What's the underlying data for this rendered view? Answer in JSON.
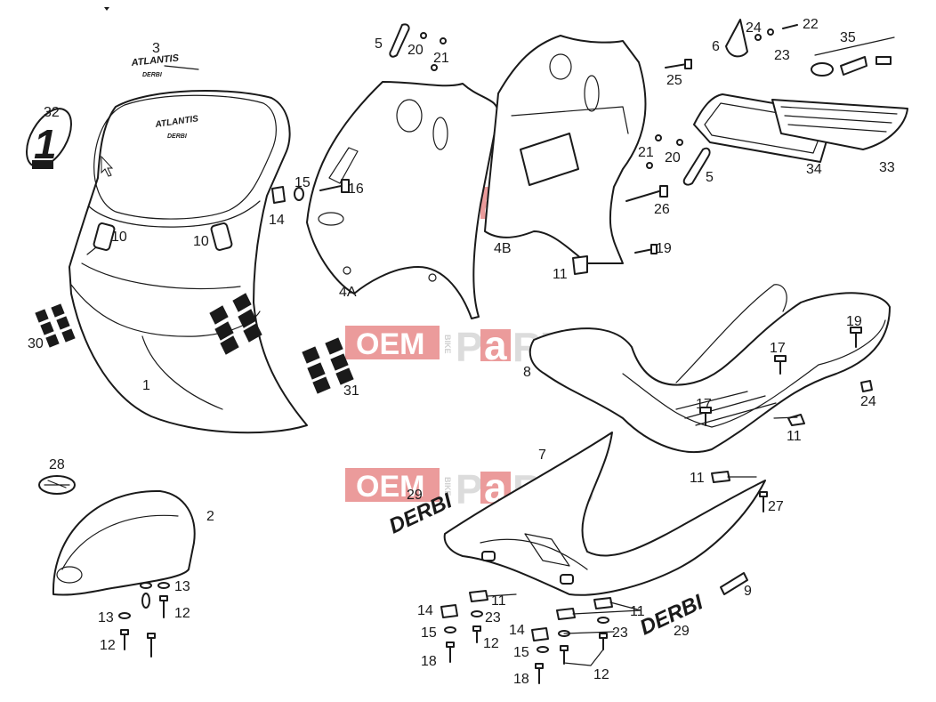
{
  "watermark": {
    "oem": "OEM",
    "bike": "BIKE",
    "p": "P",
    "a": "a",
    "rts": "RTS",
    "color_red": "#e88a8a",
    "color_gray": "#c8c8c8"
  },
  "decals": {
    "atlantis": "ATLANTIS",
    "derbi_small": "DERBI",
    "derbi_large": "DERBI",
    "number_one": "1"
  },
  "callouts": {
    "c1": "1",
    "c2": "2",
    "c3": "3",
    "c4a": "4A",
    "c4b": "4B",
    "c5a": "5",
    "c5b": "5",
    "c6": "6",
    "c7": "7",
    "c8": "8",
    "c9": "9",
    "c10a": "10",
    "c10b": "10",
    "c11a": "11",
    "c11b": "11",
    "c11c": "11",
    "c11d": "11",
    "c11e": "11",
    "c12a": "12",
    "c12b": "12",
    "c12c": "12",
    "c12d": "12",
    "c13a": "13",
    "c13b": "13",
    "c14a": "14",
    "c14b": "14",
    "c14c": "14",
    "c15a": "15",
    "c15b": "15",
    "c15c": "15",
    "c16": "16",
    "c17a": "17",
    "c17b": "17",
    "c18a": "18",
    "c18b": "18",
    "c19a": "19",
    "c19b": "19",
    "c20a": "20",
    "c20b": "20",
    "c21a": "21",
    "c21b": "21",
    "c22": "22",
    "c23a": "23",
    "c23b": "23",
    "c23c": "23",
    "c24a": "24",
    "c24b": "24",
    "c25": "25",
    "c26": "26",
    "c27": "27",
    "c28": "28",
    "c29a": "29",
    "c29b": "29",
    "c30": "30",
    "c31": "31",
    "c32": "32",
    "c33": "33",
    "c34": "34",
    "c35": "35"
  }
}
